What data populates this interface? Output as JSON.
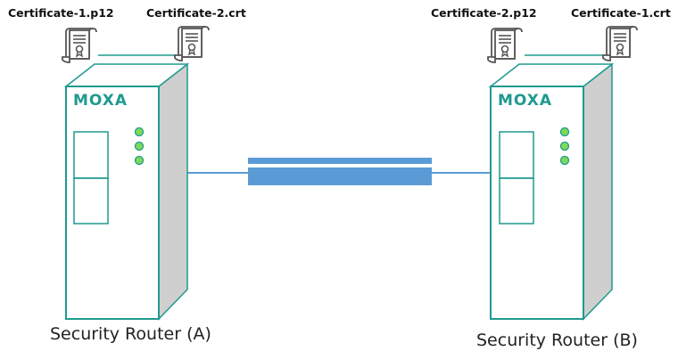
{
  "colors": {
    "device_outline": "#1f9a8f",
    "device_side": "#cfcfcf",
    "led": "#7ed957",
    "link_line": "#5b9bd5",
    "tunnel": "#5b9bd5"
  },
  "router_a": {
    "brand": "MOXA",
    "label": "Security Router (A)",
    "cert_left": "Certificate-1.p12",
    "cert_right": "Certificate-2.crt"
  },
  "router_b": {
    "brand": "MOXA",
    "label": "Security Router (B)",
    "cert_left": "Certificate-2.p12",
    "cert_right": "Certificate-1.crt"
  },
  "icons": {
    "certificate": "certificate-scroll-icon",
    "tunnel": "vpn-tunnel-pipe"
  }
}
